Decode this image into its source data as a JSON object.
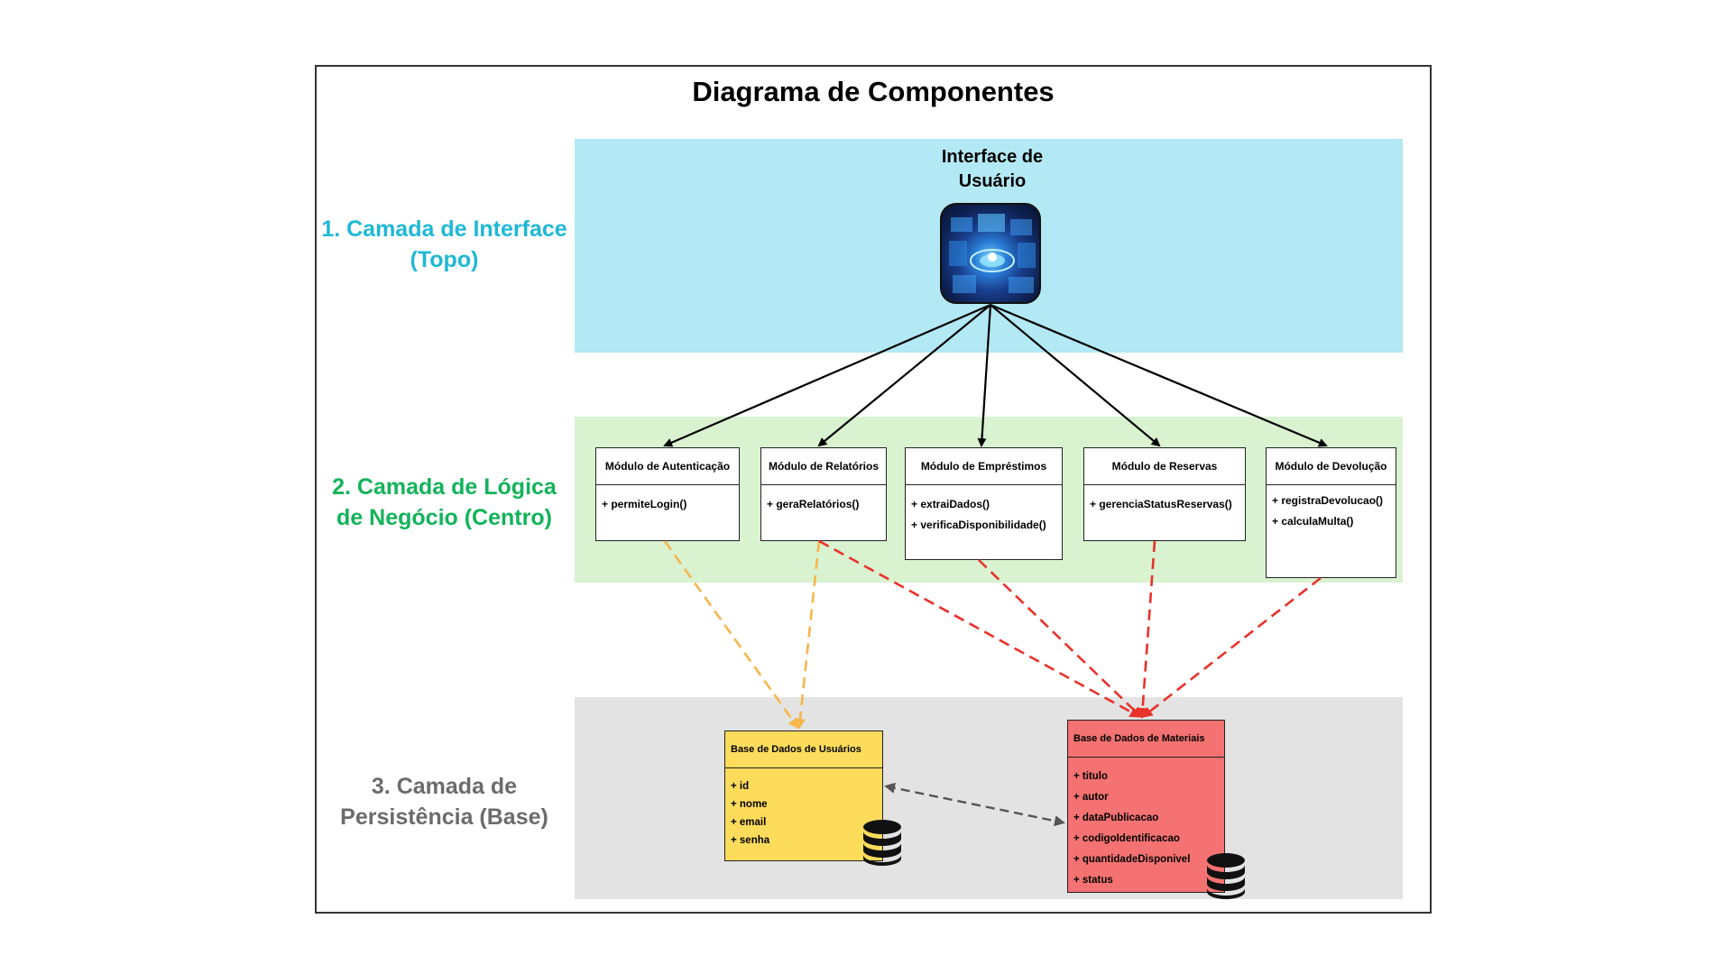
{
  "title": "Diagrama de Componentes",
  "colors": {
    "interface_band": "#b3e9f4",
    "logic_band": "#d9f2d0",
    "persistence_band": "#e3e3e3",
    "interface_label": "#1fb8d6",
    "logic_label": "#12b35a",
    "persistence_label": "#6b6b6b",
    "db_users": "#fddc5c",
    "db_materials": "#f47272",
    "solid_arrow": "#000000",
    "orange_dash": "#f5b64d",
    "red_dash": "#e8322b",
    "gray_dash": "#555555"
  },
  "layers": {
    "interface": "1. Camada de Interface (Topo)",
    "logic": "2. Camada de Lógica de Negócio (Centro)",
    "persistence": "3. Camada de Persistência (Base)"
  },
  "interface_component": {
    "label": "Interface de Usuário",
    "icon": "ui-dashboard-icon"
  },
  "modules": [
    {
      "name": "Módulo de Autenticação",
      "methods": [
        "+ permiteLogin()"
      ]
    },
    {
      "name": "Módulo de Relatórios",
      "methods": [
        "+ geraRelatórios()"
      ]
    },
    {
      "name": "Módulo de Empréstimos",
      "methods": [
        "+ extraiDados()",
        "+ verificaDisponibilidade()"
      ]
    },
    {
      "name": "Módulo de Reservas",
      "methods": [
        "+ gerenciaStatusReservas()"
      ]
    },
    {
      "name": "Módulo de Devolução",
      "methods": [
        "+ registraDevolucao()",
        "+ calculaMulta()"
      ]
    }
  ],
  "databases": {
    "users": {
      "name": "Base de Dados de Usuários",
      "fields": [
        "+ id",
        "+ nome",
        "+ email",
        "+ senha"
      ],
      "icon": "database-icon"
    },
    "materials": {
      "name": "Base de Dados de Materiais",
      "fields": [
        "+ titulo",
        "+ autor",
        "+ dataPublicacao",
        "+ codigoIdentificacao",
        "+ quantidadeDisponivel",
        "+ status"
      ],
      "icon": "database-icon"
    }
  }
}
